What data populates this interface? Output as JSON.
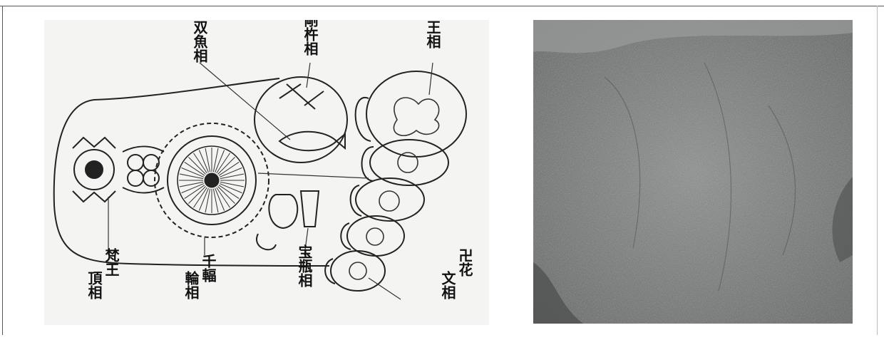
{
  "labels": {
    "moon_king": "月王相",
    "vajra": "金剛杵相",
    "twin_fish": "双魚相",
    "svastika_flower": "卍花文相",
    "treasure_vase": "宝瓶相",
    "thousand_spoke_wheel": "千輻輪相",
    "brahma_crown": "梵王頂相"
  },
  "colors": {
    "ink": "#222222",
    "paper": "#f4f4f2",
    "stone": "#7b7d7c"
  }
}
